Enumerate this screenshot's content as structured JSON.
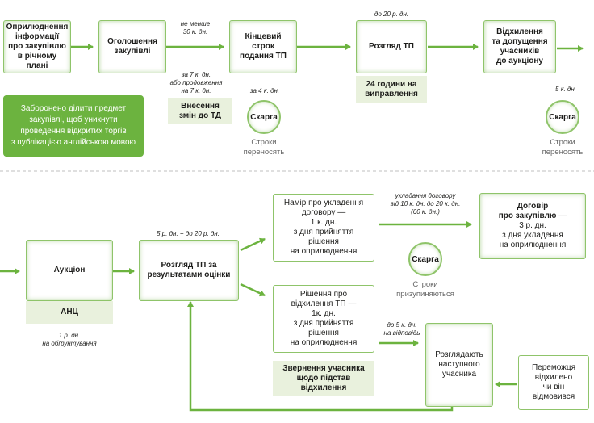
{
  "top": {
    "step1": "Оприлюднення\nінформації\nпро закупівлю\nв річному плані",
    "step2": "Оголошення\nзакупівлі",
    "step3": "Кінцевий\nстрок\nподання ТП",
    "step4": "Розгляд ТП",
    "step5": "Відхилення\nта допущення\nучасників\nдо аукціону",
    "note_min30": "не менше\n30 к. дн.",
    "note_7days": "за 7 к. дн.\nабо продовження\nна 7 к. дн.",
    "note_4days": "за 4 к. дн.",
    "note_20days": "до 20 р. дн.",
    "note_5days": "5 к. дн.",
    "changes_panel": "Внесення\nзмін до ТД",
    "fix_panel": "24 години на\nвиправлення",
    "warning": "Заборонено ділити предмет\nзакупівлі, щоб  уникнути\nпроведення відкритих торгів\nз публікацією англійською мовою",
    "complaint1": "Скарга",
    "complaint2": "Скарга",
    "postpone1": "Строки\nпереносять",
    "postpone2": "Строки\nпереносять"
  },
  "bottom": {
    "auction": "Аукціон",
    "anc_panel": "АНЦ",
    "note_anc": "1 р. дн.\nна обґрунтування",
    "evaluation": "Розгляд ТП за\nрезультатами оцінки",
    "note_eval": "5 р. дн. + до 20  р. дн.",
    "intent": "Намір про укладення\nдоговору —\n1 к. дн.\nз дня прийняття\nрішення\nна оприлюднення",
    "reject": "Рішення про\nвідхилення ТП —\n1к. дн.\nз дня прийняття\nрішення\nна оприлюднення",
    "appeal_panel": "Звернення учасника\nщодо підстав\nвідхилення",
    "note_contract": "укладання договору\nвід 10 к. дн. до 20 к. дн.\n(60 к. дн.)",
    "contract_bold": "Договір\nпро закупівлю",
    "contract_rest": " —\n3 р. дн.\nз дня укладення\nна оприлюднення",
    "complaint3": "Скарга",
    "suspend": "Строки\nпризупиняються",
    "note_answer": "до 5 к. дн.\nна відповідь",
    "next_bidder": "Розглядають\nнаступного\nучасника",
    "winner_refused": "Переможця\nвідхилено\nчи він\nвідмовився"
  },
  "colors": {
    "accent": "#6cb33f",
    "border": "#8fc46a",
    "panel": "#e9f1dd",
    "divider": "#cccccc"
  }
}
